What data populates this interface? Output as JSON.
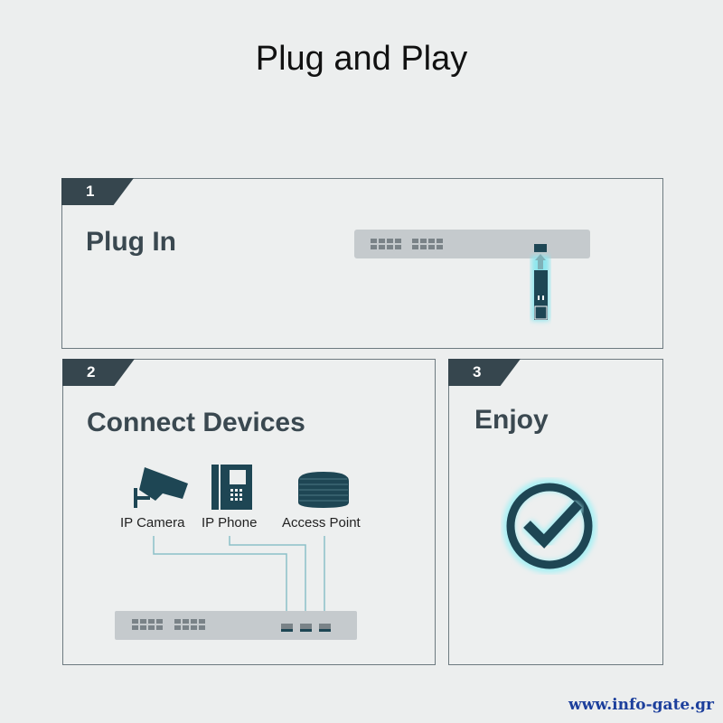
{
  "title": "Plug and Play",
  "steps": [
    {
      "number": "1",
      "heading": "Plug In"
    },
    {
      "number": "2",
      "heading": "Connect Devices",
      "devices": [
        "IP Camera",
        "IP Phone",
        "Access Point"
      ]
    },
    {
      "number": "3",
      "heading": "Enjoy"
    }
  ],
  "watermark": "www.info-gate.gr",
  "colors": {
    "dark": "#1e4654",
    "switch": "#c5cacd",
    "port": "#7a8388",
    "cable": "#8cc0c8"
  }
}
